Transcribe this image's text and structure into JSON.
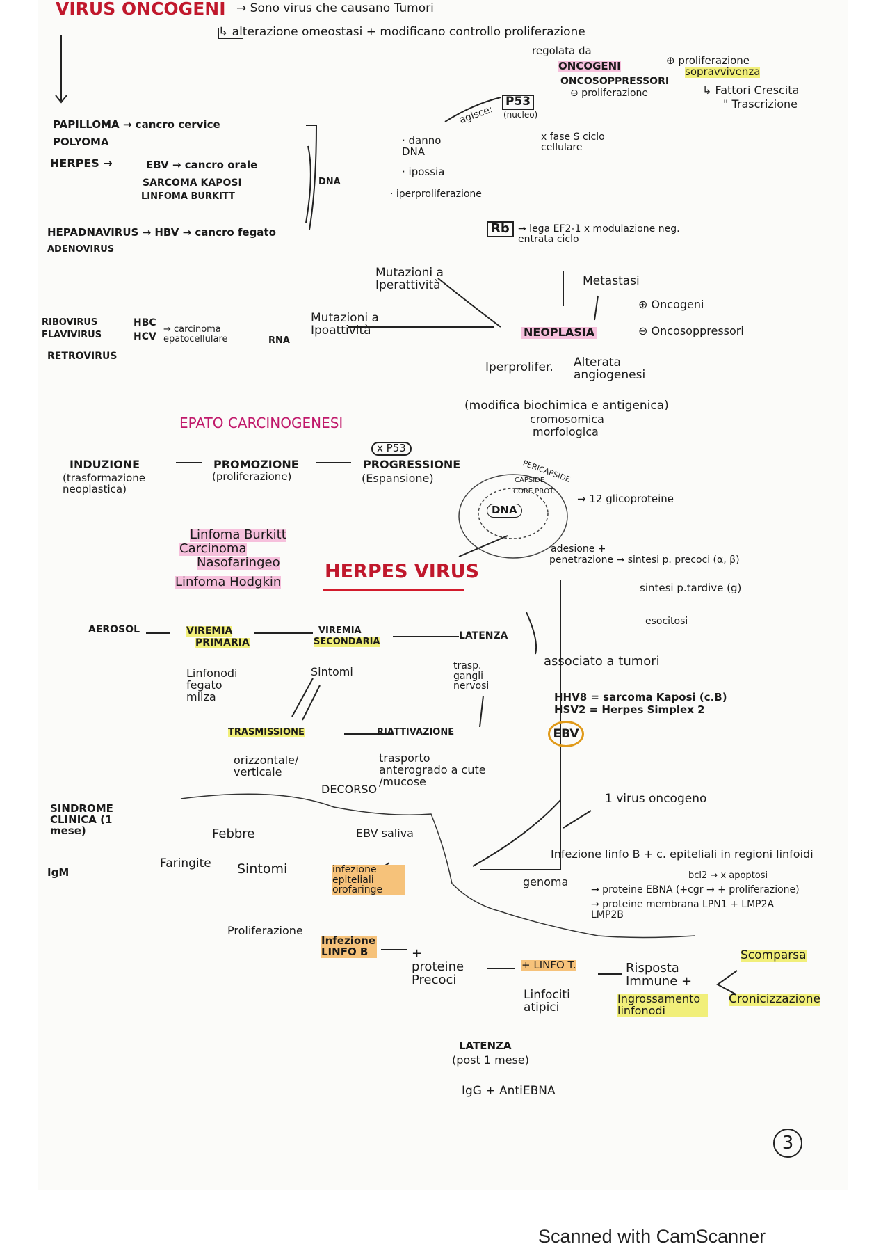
{
  "title": {
    "main": "VIRUS ONCOGENI",
    "def": "→ Sono virus che causano Tumori",
    "sub": "↳ alterazione omeostasi + modificano controllo proliferazione"
  },
  "p53_branch": {
    "regolata": "regolata da",
    "oncogeni": "ONCOGENI",
    "oncosopp": "ONCOSOPPRESSORI",
    "prolif_neg": "⊖ proliferazione",
    "prolif_pos": "⊕ proliferazione",
    "soprav": "sopravvivenza",
    "fattori1": "↳ Fattori Crescita",
    "fattori2": "\" Trascrizione",
    "p53": "P53",
    "nucleo": "(nucleo)",
    "agisce": "agisce:",
    "danno": "· danno DNA",
    "ipossia": "· ipossia",
    "iperprol": "· iperproliferazione",
    "xfase": "x fase S ciclo cellulare",
    "rb": "Rb",
    "rb_text": "→ lega EF2-1 x modulazione neg. entrata ciclo"
  },
  "virus_list": {
    "papilloma": "PAPILLOMA → cancro cervice",
    "polyoma": "POLYOMA",
    "herpes": "HERPES →",
    "ebv": "EBV → cancro orale",
    "sarcoma": "SARCOMA KAPOSI",
    "linfoma": "LINFOMA BURKITT",
    "dna": "DNA",
    "hepadna": "HEPADNAVIRUS → HBV → cancro fegato",
    "adeno": "ADENOVIRUS",
    "ribo": "RIBOVIRUS",
    "flavi": "FLAVIVIRUS",
    "retro": "RETROVIRUS",
    "hbc": "HBC",
    "hcv": "HCV",
    "carcinoma": "→ carcinoma epatocellulare",
    "rna": "RNA"
  },
  "neoplasia": {
    "mut_iper": "Mutazioni a Iperattività",
    "mut_ipo": "Mutazioni a Ipoattività",
    "metastasi": "Metastasi",
    "label": "NEOPLASIA",
    "onc_pos": "⊕ Oncogeni",
    "onc_neg": "⊖ Oncosoppressori",
    "iperprolif": "Iperprolifer.",
    "angio": "Alterata angiogenesi",
    "modifica1": "(modifica biochimica e antigenica)",
    "modifica2": "cromosomica",
    "modifica3": "morfologica"
  },
  "epato": {
    "title": "EPATO CARCINOGENESI",
    "induzione": "INDUZIONE",
    "induzione2": "(trasformazione neoplastica)",
    "promozione": "PROMOZIONE",
    "promozione2": "(proliferazione)",
    "xp53": "x P53",
    "progressione": "PROGRESSIONE",
    "progressione2": "(Espansione)"
  },
  "herpes": {
    "title": "HERPES VIRUS",
    "burkitt": "Linfoma Burkitt",
    "carcinoma": "Carcinoma",
    "naso": "Nasofaringeo",
    "hodgkin": "Linfoma Hodgkin",
    "pericapside": "PERICAPSIDE",
    "capside": "CAPSIDE",
    "core": "CORE PROT.",
    "dna": "DNA",
    "glico": "→ 12 glicoproteine",
    "adesione": "adesione +",
    "penetrazione": "penetrazione → sintesi p. precoci (α, β)",
    "sintesi_tard": "sintesi p.tardive (g)",
    "esocitosi": "esocitosi",
    "aerosol": "AEROSOL",
    "viremia1": "VIREMIA",
    "primaria": "PRIMARIA",
    "viremia2": "VIREMIA",
    "secondaria": "SECONDARIA",
    "latenza": "LATENZA",
    "linfonodi": "Linfonodi fegato milza",
    "sintomi": "Sintomi",
    "trasp": "trasp. gangli nervosi",
    "associato": "associato a tumori",
    "hhv8": "HHV8 = sarcoma Kaposi (c.B)",
    "hsv2": "HSV2 = Herpes Simplex 2",
    "ebv": "EBV",
    "trasmissione": "TRASMISSIONE",
    "orizzontale": "orizzontale/ verticale",
    "riattivazione": "RIATTIVAZIONE",
    "trasporto": "trasporto anterogrado a cute /mucose",
    "decorso": "DECORSO",
    "un_virus": "1 virus oncogeno"
  },
  "ebv_path": {
    "sindrome": "SINDROME CLINICA (1 mese)",
    "igm": "IgM",
    "febbre": "Febbre",
    "faringite": "Faringite",
    "sintomi": "Sintomi",
    "ebv_saliva": "EBV saliva",
    "inf_epit": "infezione epiteliali orofaringe",
    "proliferazione": "Proliferazione",
    "inf_linfo": "Infezione LINFO B",
    "proteine": "+ proteine Precoci",
    "linfo_t": "+ LINFO T.",
    "linfociti": "Linfociti atipici",
    "risposta": "Risposta Immune +",
    "ingrossamento": "Ingrossamento linfonodi",
    "scomparsa": "Scomparsa",
    "cronic": "Cronicizzazione",
    "inf_b": "Infezione linfo B + c. epiteliali in regioni linfoidi",
    "genoma": "genoma",
    "bcl2": "bcl2 → x apoptosi",
    "ebna": "→ proteine EBNA (+cgr → + proliferazione)",
    "membrana": "→ proteine membrana LPN1 + LMP2A LMP2B",
    "latenza": "LATENZA",
    "post": "(post 1 mese)",
    "igg": "IgG + AntiEBNA"
  },
  "page_number": "3",
  "footer": "Scanned with CamScanner"
}
